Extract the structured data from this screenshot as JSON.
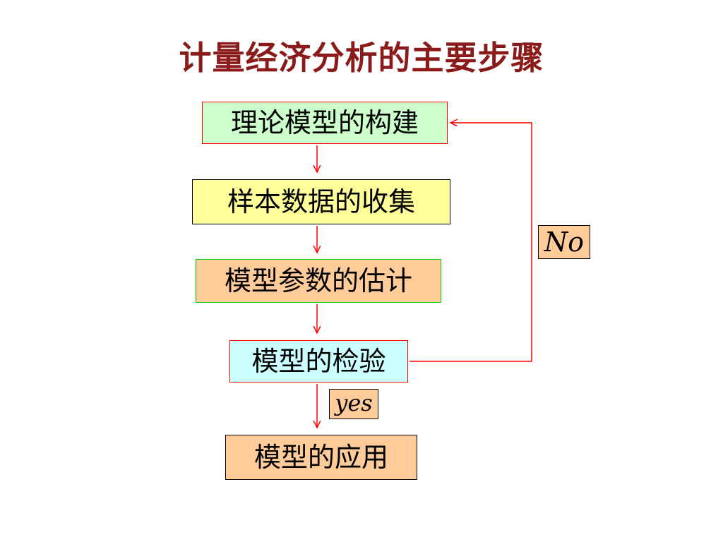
{
  "title": "计量经济分析的主要步骤",
  "steps": [
    {
      "label": "理论模型的构建",
      "fill": "#ccffcc",
      "border": "#ff0000"
    },
    {
      "label": "样本数据的收集",
      "fill": "#ffff99",
      "border": "#000000"
    },
    {
      "label": "模型参数的估计",
      "fill": "#ffcc99",
      "border": "#00cc00"
    },
    {
      "label": "模型的检验",
      "fill": "#ccffff",
      "border": "#ff0000"
    },
    {
      "label": "模型的应用",
      "fill": "#ffcc99",
      "border": "#000000"
    }
  ],
  "decisions": {
    "yes": {
      "label": "yes",
      "fill": "#ffcc99",
      "border": "#000000"
    },
    "no": {
      "label": "No",
      "fill": "#ffcc99",
      "border": "#000000"
    }
  },
  "colors": {
    "title": "#8b1a1a",
    "arrow": "#ff0000"
  }
}
